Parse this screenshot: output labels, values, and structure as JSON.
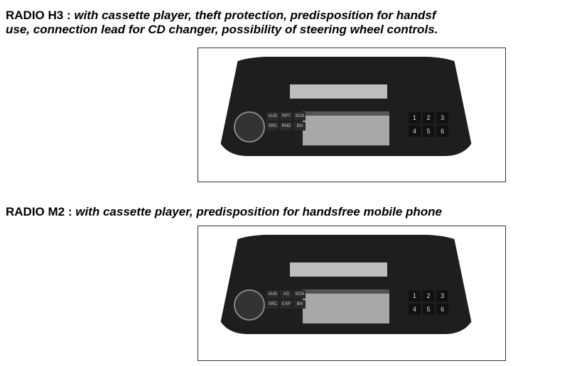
{
  "h3": {
    "model": "RADIO H3 :",
    "desc1": "with cassette player, theft protection, predisposition for handsf",
    "desc2": "use, connection lead for CD changer, possibility of steering wheel controls.",
    "keys": [
      "1",
      "2",
      "3",
      "4",
      "5",
      "6"
    ],
    "buttons": [
      "AUD",
      "RPT",
      "SCN",
      "SRC",
      "RND",
      "BN"
    ]
  },
  "m2": {
    "model": "RADIO M2 :",
    "desc": "with cassette player,  predisposition for handsfree mobile phone",
    "keys": [
      "1",
      "2",
      "3",
      "4",
      "5",
      "6"
    ],
    "buttons": [
      "AUD",
      "AS",
      "SCN",
      "SRC",
      "EXP",
      "BN"
    ]
  }
}
